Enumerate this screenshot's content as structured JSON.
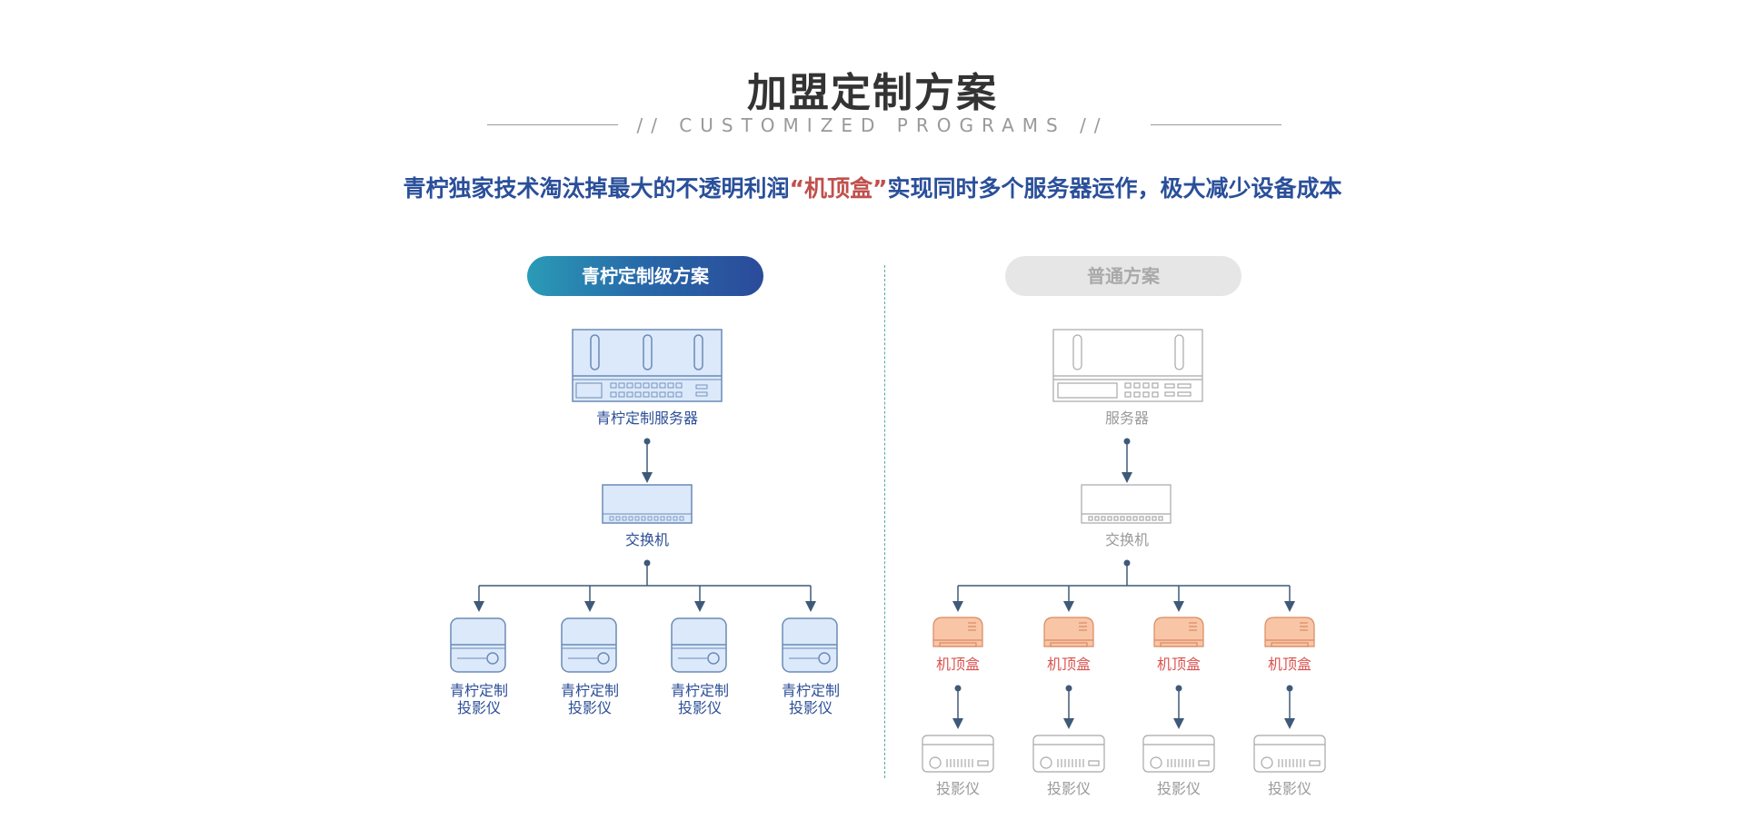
{
  "header": {
    "title": "加盟定制方案",
    "subtitle": "//  CUSTOMIZED PROGRAMS  //",
    "tagline_prefix": "青柠独家技术淘汰掉最大的不透明利润",
    "tagline_highlight": "“机顶盒”",
    "tagline_suffix": "实现同时多个服务器运作，极大减少设备成本"
  },
  "left": {
    "pill": "青柠定制级方案",
    "server": "青柠定制服务器",
    "switch": "交换机",
    "projectors": [
      {
        "line1": "青柠定制",
        "line2": "投影仪"
      },
      {
        "line1": "青柠定制",
        "line2": "投影仪"
      },
      {
        "line1": "青柠定制",
        "line2": "投影仪"
      },
      {
        "line1": "青柠定制",
        "line2": "投影仪"
      }
    ]
  },
  "right": {
    "pill": "普通方案",
    "server": "服务器",
    "switch": "交换机",
    "settop": [
      "机顶盒",
      "机顶盒",
      "机顶盒",
      "机顶盒"
    ],
    "projectors": [
      "投影仪",
      "投影仪",
      "投影仪",
      "投影仪"
    ]
  },
  "colors": {
    "blue_text": "#2d4f98",
    "gray_text": "#9a9a9a",
    "red_text": "#d9534f",
    "device_blue_fill": "#dce9fb",
    "device_blue_stroke": "#6a8bb5",
    "settop_fill": "#f9c5a7",
    "line": "#3f5a78"
  }
}
